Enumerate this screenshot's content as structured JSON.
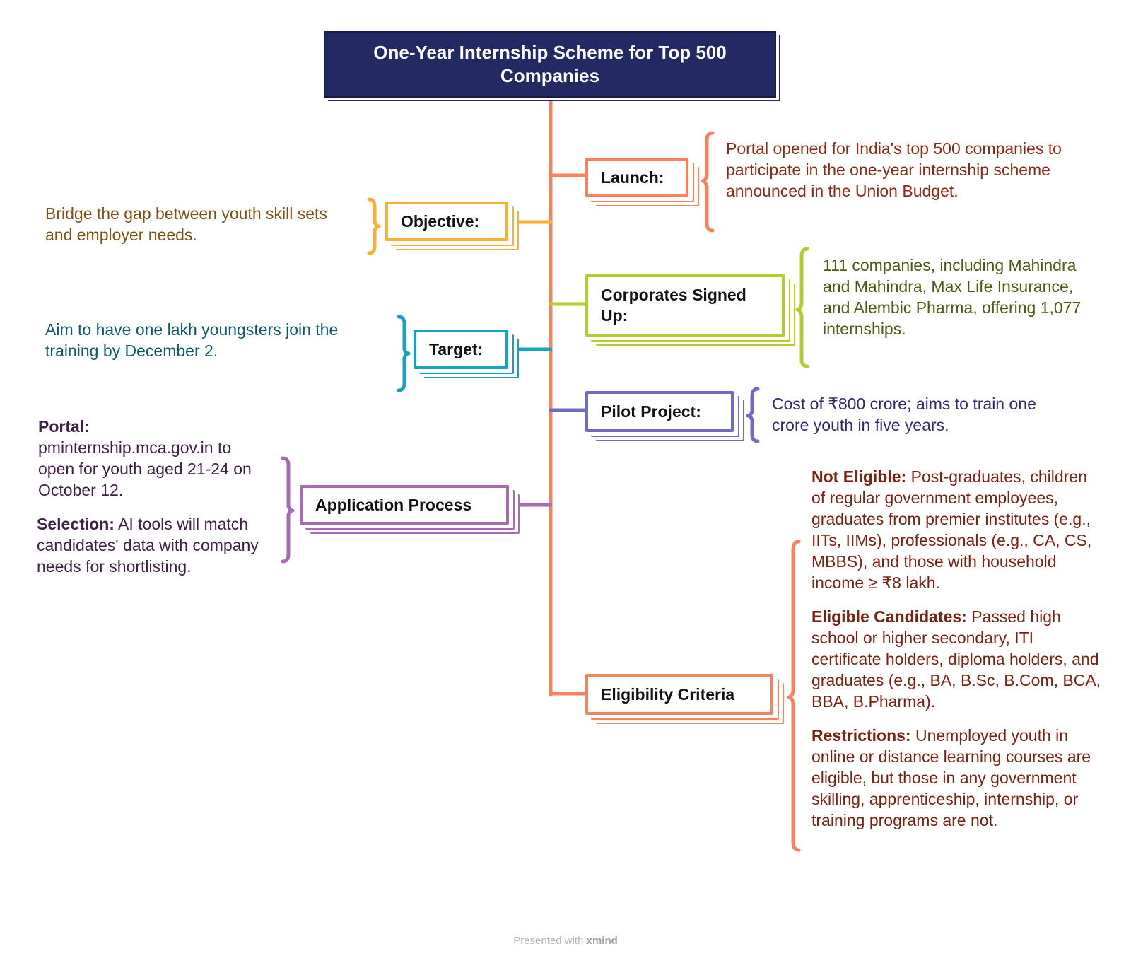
{
  "title": "One-Year Internship Scheme for Top 500 Companies",
  "colors": {
    "title_bg": "#232a63",
    "trunk": "#f4845f",
    "launch": "#f4845f",
    "objective": "#f7b034",
    "corporates": "#b5cc2e",
    "target": "#14a3c2",
    "pilot": "#6f6bc0",
    "application": "#a66bb0",
    "eligibility": "#f4845f"
  },
  "branches": {
    "launch": {
      "label": "Launch:",
      "text": "Portal opened for India's top 500 companies to participate in the one-year internship scheme announced in the Union Budget."
    },
    "objective": {
      "label": "Objective:",
      "text": "Bridge the gap between youth skill sets and employer needs."
    },
    "corporates": {
      "label": "Corporates Signed Up:",
      "text": "111 companies, including Mahindra and Mahindra, Max Life Insurance, and Alembic Pharma, offering 1,077 internships."
    },
    "target": {
      "label": "Target:",
      "text": "Aim to have one lakh youngsters join the training by December 2."
    },
    "pilot": {
      "label": "Pilot Project:",
      "text": "Cost of ₹800 crore; aims to train one crore youth in five years."
    },
    "application": {
      "label": "Application Process",
      "portal_label": "Portal:",
      "portal_text": "pminternship.mca.gov.in to open for youth aged 21-24 on October 12.",
      "selection_label": "Selection:",
      "selection_text": "AI tools will match candidates' data with company needs for shortlisting."
    },
    "eligibility": {
      "label": "Eligibility Criteria",
      "not_eligible_label": "Not Eligible:",
      "not_eligible_text": "Post-graduates, children of regular government employees, graduates from premier institutes (e.g., IITs, IIMs), professionals (e.g., CA, CS, MBBS), and those with household income ≥ ₹8 lakh.",
      "eligible_label": "Eligible Candidates:",
      "eligible_text": "Passed high school or higher secondary, ITI certificate holders, diploma holders, and graduates (e.g., BA, B.Sc, B.Com, BCA, BBA, B.Pharma).",
      "restrictions_label": "Restrictions:",
      "restrictions_text": "Unemployed youth in online or distance learning courses are eligible, but those in any government skilling, apprenticeship, internship, or training programs are not."
    }
  },
  "footer": {
    "prefix": "Presented with",
    "brand": "xmind"
  }
}
